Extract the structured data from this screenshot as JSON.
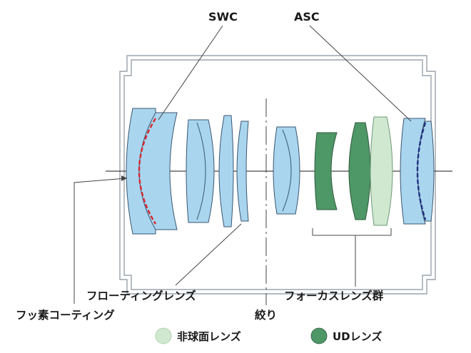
{
  "labels": {
    "swc": "SWC",
    "asc": "ASC",
    "floating_lens": "フローティングレンズ",
    "focus_group": "フォーカスレンズ群",
    "fluorine_coating": "フッ素コーティング",
    "aperture": "絞り"
  },
  "legend": [
    {
      "label": "非球面レンズ",
      "color": "#cfe8cf"
    },
    {
      "label": "UDレンズ",
      "color": "#4e9767"
    }
  ],
  "colors": {
    "lens": "#a9d5ef",
    "ud_lens": "#4e9767",
    "aspherical_lens": "#cfe8cf",
    "swc_coating": "#d9262b",
    "asc_coating": "#1f2f80"
  }
}
